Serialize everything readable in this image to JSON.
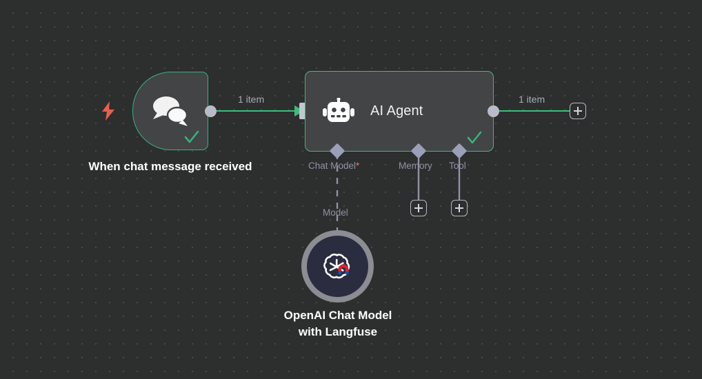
{
  "canvas": {
    "background_color": "#2d2e2e",
    "dot_color": "#4a4b4b"
  },
  "colors": {
    "success_green": "#36b37e",
    "connection_green": "#3dbd7d",
    "node_fill": "#434445",
    "port_gray": "#b8bcc8",
    "diamond_gray": "#9b9fb8",
    "label_gray": "#a9aebb",
    "required_red": "#ff6d5a",
    "trigger_bolt": "#e8604c",
    "openai_ring": "#8b8d93",
    "openai_inner": "#2a2c40"
  },
  "nodes": [
    {
      "id": "trigger",
      "name": "When chat message received",
      "icon": "chat-bubbles-icon",
      "status": "success",
      "has_trigger_bolt": true
    },
    {
      "id": "ai-agent",
      "title": "AI Agent",
      "name": "AI Agent",
      "icon": "robot-icon",
      "status": "success"
    },
    {
      "id": "openai-chat-model",
      "name": "OpenAI Chat Model\nwith Langfuse",
      "icon": "openai-langfuse-icon",
      "shape": "circle"
    }
  ],
  "connections": [
    {
      "id": "trigger-to-agent",
      "label": "1 item",
      "style": "solid",
      "color": "#3dbd7d"
    },
    {
      "id": "agent-to-next",
      "label": "1 item",
      "style": "solid",
      "color": "#3dbd7d"
    },
    {
      "id": "chat-model-link",
      "label": "Model",
      "style": "dashed",
      "color": "#8f93a6"
    }
  ],
  "agent_sub_ports": [
    {
      "id": "chat-model",
      "label": "Chat Model",
      "required": true,
      "required_marker": "*",
      "connected": true
    },
    {
      "id": "memory",
      "label": "Memory",
      "required": false,
      "required_marker": "",
      "connected": false
    },
    {
      "id": "tool",
      "label": "Tool",
      "required": false,
      "required_marker": "",
      "connected": false
    }
  ],
  "add_buttons": [
    {
      "id": "add-node-output",
      "label": "+"
    },
    {
      "id": "add-memory",
      "label": "+"
    },
    {
      "id": "add-tool",
      "label": "+"
    }
  ]
}
